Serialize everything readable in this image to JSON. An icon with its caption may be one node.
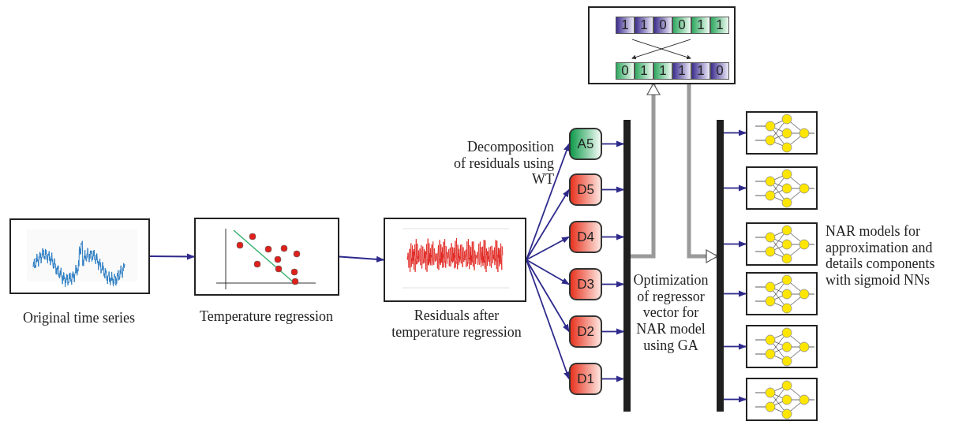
{
  "diagram": {
    "nodes": [
      {
        "text": [
          "Original time series"
        ]
      },
      {
        "text": [
          "Temperature regression"
        ]
      },
      {
        "text": [
          "Residuals after temperature regression"
        ]
      },
      {
        "text": [
          "A5"
        ]
      },
      {
        "text": [
          "D5"
        ]
      },
      {
        "text": [
          "D4"
        ]
      },
      {
        "text": [
          "D3"
        ]
      },
      {
        "text": [
          "D2"
        ]
      },
      {
        "text": [
          "D1"
        ]
      },
      {
        "text": [],
        "shape": "bar",
        "beside": [
          "Optimization of regressor vector for NAR model using GA"
        ]
      },
      {
        "text": [
          "1",
          "1",
          "0",
          "0",
          "1",
          "1",
          "0",
          "1",
          "1",
          "1",
          "1",
          "0"
        ]
      },
      {
        "text": [],
        "shape": "bar"
      },
      {
        "text": [],
        "shape": "picture"
      },
      {
        "text": [],
        "shape": "picture"
      },
      {
        "text": [],
        "shape": "picture"
      },
      {
        "text": [],
        "shape": "picture"
      },
      {
        "text": [],
        "shape": "picture"
      },
      {
        "text": [],
        "shape": "picture"
      }
    ],
    "edges": [
      {
        "from": 0,
        "to": 1,
        "arrow": "to"
      },
      {
        "from": 1,
        "to": 2,
        "arrow": "to"
      },
      {
        "from": 2,
        "to": 3,
        "arrow": "to"
      },
      {
        "from": 2,
        "to": 4,
        "arrow": "to"
      },
      {
        "from": 2,
        "to": 5,
        "arrow": "to"
      },
      {
        "from": 2,
        "to": 6,
        "arrow": "to"
      },
      {
        "from": 2,
        "to": 7,
        "arrow": "to"
      },
      {
        "from": 2,
        "to": 8,
        "arrow": "to"
      },
      {
        "from": 3,
        "to": 9,
        "arrow": "to"
      },
      {
        "from": 4,
        "to": 9,
        "arrow": "to"
      },
      {
        "from": 5,
        "to": 9,
        "arrow": "to"
      },
      {
        "from": 6,
        "to": 9,
        "arrow": "to"
      },
      {
        "from": 7,
        "to": 9,
        "arrow": "to"
      },
      {
        "from": 8,
        "to": 9,
        "arrow": "to"
      },
      {
        "from": 9,
        "to": 10,
        "arrow": "to",
        "style": "thick",
        "color": "#9a9a9a"
      },
      {
        "from": 10,
        "to": 11,
        "arrow": "to",
        "style": "thick",
        "color": "#9a9a9a"
      },
      {
        "from": 11,
        "to": 12,
        "arrow": "to"
      },
      {
        "from": 11,
        "to": 13,
        "arrow": "to"
      },
      {
        "from": 11,
        "to": 14,
        "arrow": "to"
      },
      {
        "from": 11,
        "to": 15,
        "arrow": "to"
      },
      {
        "from": 11,
        "to": 16,
        "arrow": "to"
      },
      {
        "from": 11,
        "to": 17,
        "arrow": "to"
      }
    ],
    "labels": [
      "Decomposition of residuals using WT",
      "NAR models for approximation and details components with sigmoid NNs"
    ]
  }
}
